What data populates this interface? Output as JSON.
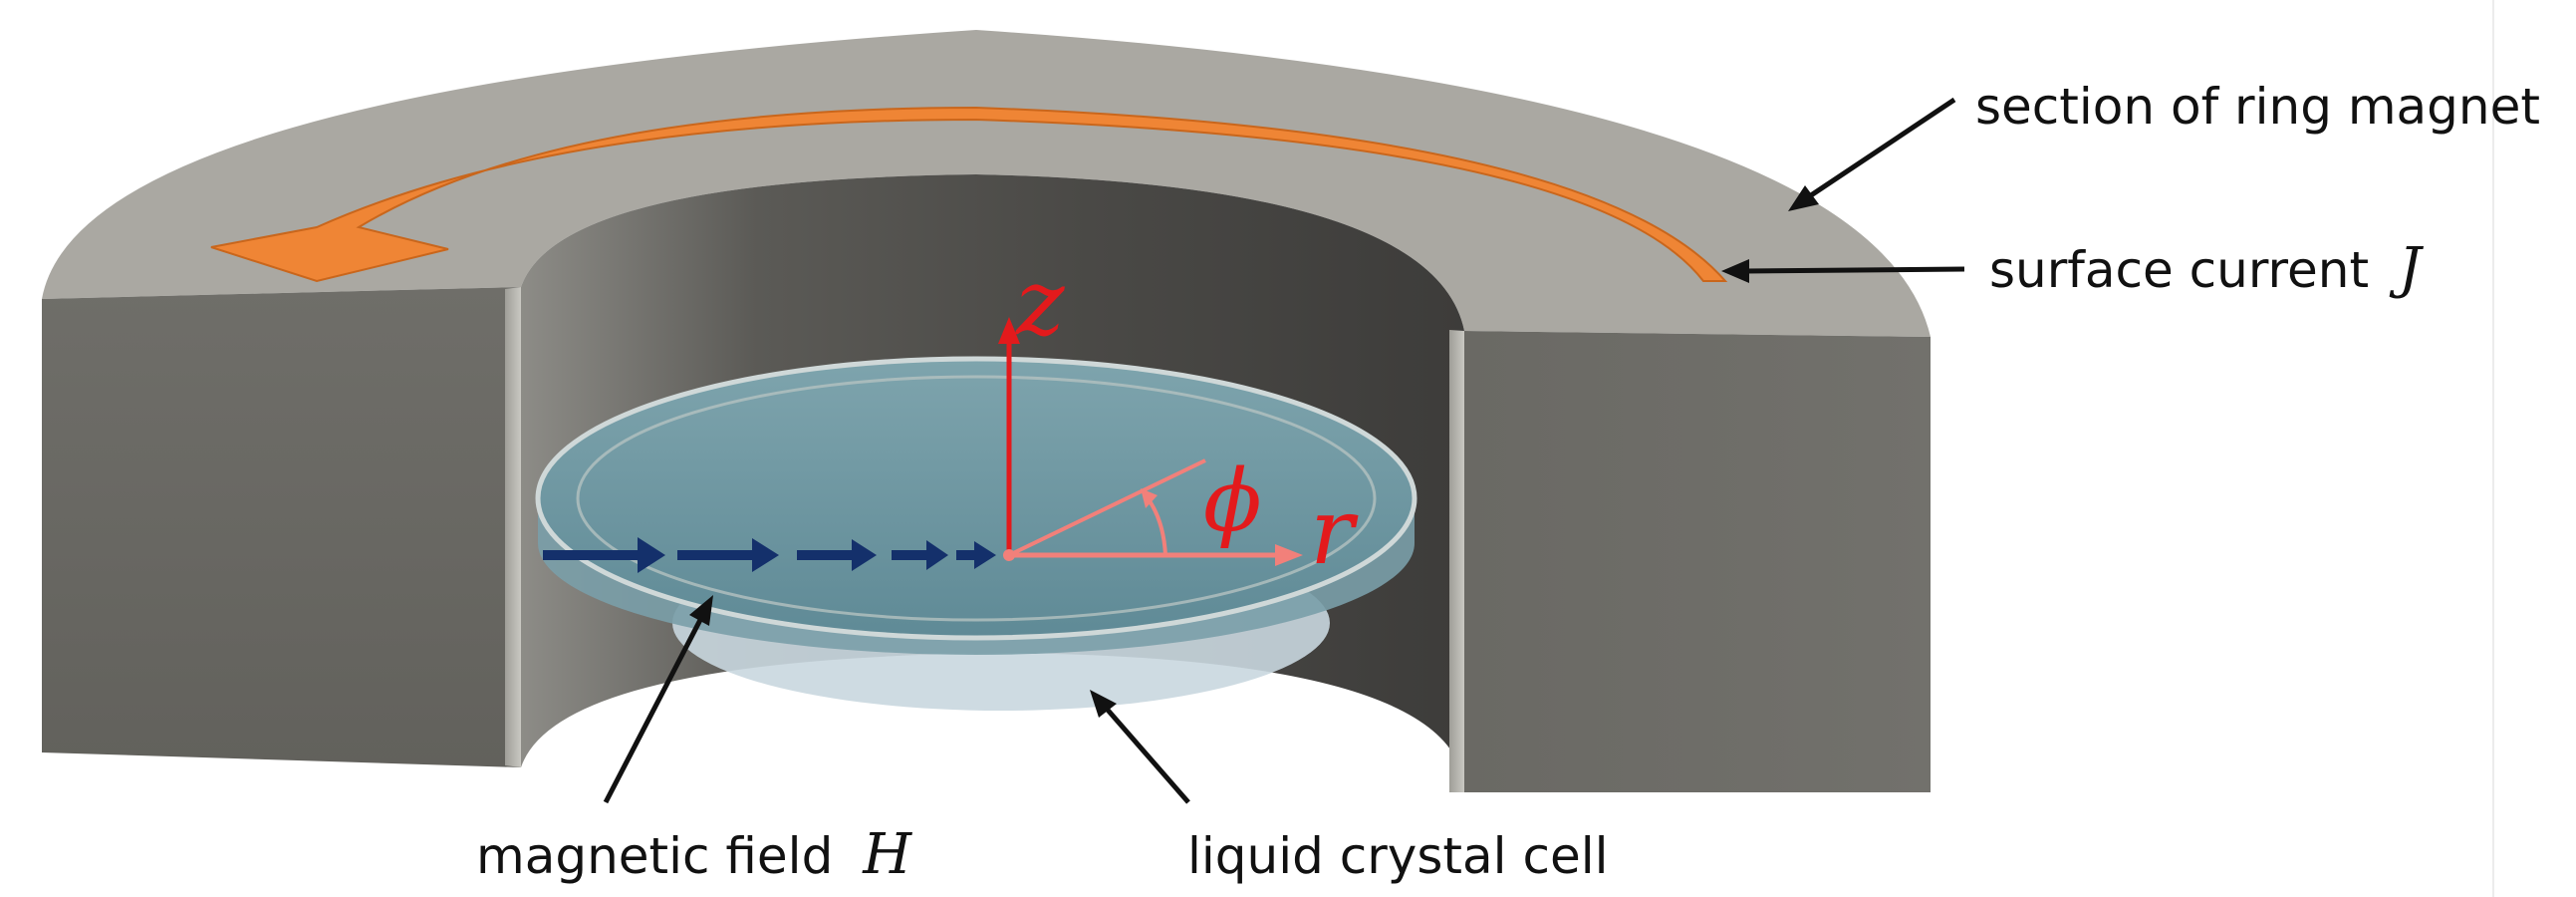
{
  "labels": {
    "ring_section": "section of ring magnet",
    "surface_current_text": "surface current",
    "surface_current_symbol": "J",
    "field_text": "magnetic field",
    "field_symbol": "H",
    "cell": "liquid crystal cell"
  },
  "axes": {
    "z": "z",
    "r": "r",
    "phi": "ϕ"
  },
  "colors": {
    "magnet_top": "#aaa8a2",
    "magnet_side": "#6b6a65",
    "current_arrow": "#ef8535",
    "cell": "#6f98a3",
    "axis": "#e31a1c",
    "axis_light": "#f2807a",
    "field_arrows": "#14306b"
  },
  "icons": {
    "current": "curved-arrow-icon",
    "field": "right-arrow-icon",
    "pointer": "pointer-arrow-icon"
  }
}
